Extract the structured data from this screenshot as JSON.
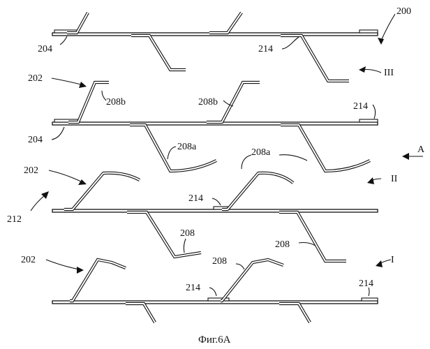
{
  "figure": {
    "caption": "Фиг.6А",
    "labels": {
      "l200": "200",
      "l204_top": "204",
      "l214_row1": "214",
      "lIII": "III",
      "l202_row2": "202",
      "l208b_left": "208b",
      "l208b_right": "208b",
      "l214_row2": "214",
      "l204_row2": "204",
      "l208a_left": "208a",
      "l208a_right": "208a",
      "lA": "A",
      "l202_row3": "202",
      "l212": "212",
      "l214_row3": "214",
      "lII": "II",
      "l208_left": "208",
      "l208_right": "208",
      "l202_row4": "202",
      "l208_row4": "208",
      "lI": "I",
      "l214_row4_left": "214",
      "l214_row4_right": "214"
    }
  }
}
